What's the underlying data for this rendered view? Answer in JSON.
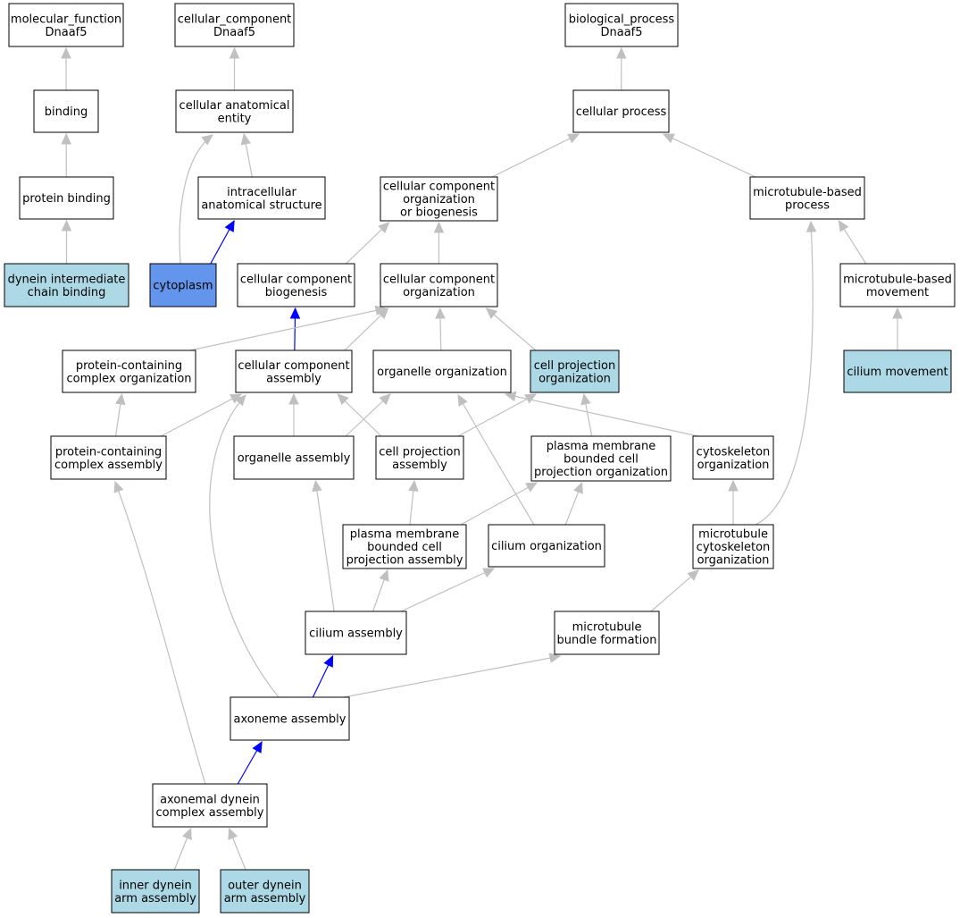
{
  "colors": {
    "node_default": "#ffffff",
    "node_annotated": "#add8e6",
    "node_highlight": "#6495ed",
    "edge_default": "#c0c0c0",
    "edge_highlight": "#0000ff"
  },
  "nodes": [
    {
      "id": "mf_root",
      "lines": [
        "molecular_function",
        "Dnaaf5"
      ],
      "fill": "default"
    },
    {
      "id": "cc_root",
      "lines": [
        "cellular_component",
        "Dnaaf5"
      ],
      "fill": "default"
    },
    {
      "id": "bp_root",
      "lines": [
        "biological_process",
        "Dnaaf5"
      ],
      "fill": "default"
    },
    {
      "id": "binding",
      "lines": [
        "binding"
      ],
      "fill": "default"
    },
    {
      "id": "cae",
      "lines": [
        "cellular anatomical",
        "entity"
      ],
      "fill": "default"
    },
    {
      "id": "cp",
      "lines": [
        "cellular process"
      ],
      "fill": "default"
    },
    {
      "id": "pb",
      "lines": [
        "protein binding"
      ],
      "fill": "default"
    },
    {
      "id": "ias",
      "lines": [
        "intracellular",
        "anatomical structure"
      ],
      "fill": "default"
    },
    {
      "id": "ccob",
      "lines": [
        "cellular component",
        "organization",
        "or biogenesis"
      ],
      "fill": "default"
    },
    {
      "id": "mbp",
      "lines": [
        "microtubule-based",
        "process"
      ],
      "fill": "default"
    },
    {
      "id": "dicb",
      "lines": [
        "dynein intermediate",
        "chain binding"
      ],
      "fill": "annotated"
    },
    {
      "id": "cyto",
      "lines": [
        "cytoplasm"
      ],
      "fill": "highlight"
    },
    {
      "id": "ccb",
      "lines": [
        "cellular component",
        "biogenesis"
      ],
      "fill": "default"
    },
    {
      "id": "cco",
      "lines": [
        "cellular component",
        "organization"
      ],
      "fill": "default"
    },
    {
      "id": "mbm",
      "lines": [
        "microtubule-based",
        "movement"
      ],
      "fill": "default"
    },
    {
      "id": "pcco",
      "lines": [
        "protein-containing",
        "complex organization"
      ],
      "fill": "default"
    },
    {
      "id": "cca",
      "lines": [
        "cellular component",
        "assembly"
      ],
      "fill": "default"
    },
    {
      "id": "oo",
      "lines": [
        "organelle organization"
      ],
      "fill": "default"
    },
    {
      "id": "cpo",
      "lines": [
        "cell projection",
        "organization"
      ],
      "fill": "annotated"
    },
    {
      "id": "cm",
      "lines": [
        "cilium movement"
      ],
      "fill": "annotated"
    },
    {
      "id": "pcca",
      "lines": [
        "protein-containing",
        "complex assembly"
      ],
      "fill": "default"
    },
    {
      "id": "oa",
      "lines": [
        "organelle assembly"
      ],
      "fill": "default"
    },
    {
      "id": "cpa",
      "lines": [
        "cell projection",
        "assembly"
      ],
      "fill": "default"
    },
    {
      "id": "pmbcpo",
      "lines": [
        "plasma membrane",
        "bounded cell",
        "projection organization"
      ],
      "fill": "default"
    },
    {
      "id": "cso",
      "lines": [
        "cytoskeleton",
        "organization"
      ],
      "fill": "default"
    },
    {
      "id": "pmbcpa",
      "lines": [
        "plasma membrane",
        "bounded cell",
        "projection assembly"
      ],
      "fill": "default"
    },
    {
      "id": "co",
      "lines": [
        "cilium organization"
      ],
      "fill": "default"
    },
    {
      "id": "mco",
      "lines": [
        "microtubule",
        "cytoskeleton",
        "organization"
      ],
      "fill": "default"
    },
    {
      "id": "ca",
      "lines": [
        "cilium assembly"
      ],
      "fill": "default"
    },
    {
      "id": "mbf",
      "lines": [
        "microtubule",
        "bundle formation"
      ],
      "fill": "default"
    },
    {
      "id": "axa",
      "lines": [
        "axoneme assembly"
      ],
      "fill": "default"
    },
    {
      "id": "adca",
      "lines": [
        "axonemal dynein",
        "complex assembly"
      ],
      "fill": "default"
    },
    {
      "id": "idaa",
      "lines": [
        "inner dynein",
        "arm assembly"
      ],
      "fill": "annotated"
    },
    {
      "id": "odaa",
      "lines": [
        "outer dynein",
        "arm assembly"
      ],
      "fill": "annotated"
    }
  ],
  "edges": [
    {
      "from": "binding",
      "to": "mf_root",
      "style": "default"
    },
    {
      "from": "pb",
      "to": "binding",
      "style": "default"
    },
    {
      "from": "dicb",
      "to": "pb",
      "style": "default"
    },
    {
      "from": "cae",
      "to": "cc_root",
      "style": "default"
    },
    {
      "from": "ias",
      "to": "cae",
      "style": "default"
    },
    {
      "from": "cyto",
      "to": "cae",
      "style": "default"
    },
    {
      "from": "cyto",
      "to": "ias",
      "style": "highlight"
    },
    {
      "from": "cp",
      "to": "bp_root",
      "style": "default"
    },
    {
      "from": "ccob",
      "to": "cp",
      "style": "default"
    },
    {
      "from": "mbp",
      "to": "cp",
      "style": "default"
    },
    {
      "from": "ccb",
      "to": "ccob",
      "style": "default"
    },
    {
      "from": "cco",
      "to": "ccob",
      "style": "default"
    },
    {
      "from": "mbm",
      "to": "mbp",
      "style": "default"
    },
    {
      "from": "cm",
      "to": "mbm",
      "style": "default"
    },
    {
      "from": "mco",
      "to": "mbp",
      "style": "default"
    },
    {
      "from": "cca",
      "to": "ccb",
      "style": "highlight"
    },
    {
      "from": "cca",
      "to": "cco",
      "style": "default"
    },
    {
      "from": "pcco",
      "to": "cco",
      "style": "default"
    },
    {
      "from": "oo",
      "to": "cco",
      "style": "default"
    },
    {
      "from": "cpo",
      "to": "cco",
      "style": "default"
    },
    {
      "from": "pcca",
      "to": "pcco",
      "style": "default"
    },
    {
      "from": "pcca",
      "to": "cca",
      "style": "default"
    },
    {
      "from": "oa",
      "to": "cca",
      "style": "default"
    },
    {
      "from": "oa",
      "to": "oo",
      "style": "default"
    },
    {
      "from": "cpa",
      "to": "cca",
      "style": "default"
    },
    {
      "from": "cpa",
      "to": "cpo",
      "style": "default"
    },
    {
      "from": "pmbcpo",
      "to": "cpo",
      "style": "default"
    },
    {
      "from": "cso",
      "to": "oo",
      "style": "default"
    },
    {
      "from": "pmbcpa",
      "to": "cpa",
      "style": "default"
    },
    {
      "from": "pmbcpa",
      "to": "pmbcpo",
      "style": "default"
    },
    {
      "from": "co",
      "to": "oo",
      "style": "default"
    },
    {
      "from": "co",
      "to": "pmbcpo",
      "style": "default"
    },
    {
      "from": "mco",
      "to": "cso",
      "style": "default"
    },
    {
      "from": "ca",
      "to": "oa",
      "style": "default"
    },
    {
      "from": "ca",
      "to": "pmbcpa",
      "style": "default"
    },
    {
      "from": "ca",
      "to": "co",
      "style": "default"
    },
    {
      "from": "mbf",
      "to": "mco",
      "style": "default"
    },
    {
      "from": "axa",
      "to": "ca",
      "style": "highlight"
    },
    {
      "from": "axa",
      "to": "mbf",
      "style": "default"
    },
    {
      "from": "axa",
      "to": "cca",
      "style": "default"
    },
    {
      "from": "adca",
      "to": "axa",
      "style": "highlight"
    },
    {
      "from": "adca",
      "to": "pcca",
      "style": "default"
    },
    {
      "from": "idaa",
      "to": "adca",
      "style": "default"
    },
    {
      "from": "odaa",
      "to": "adca",
      "style": "default"
    }
  ]
}
